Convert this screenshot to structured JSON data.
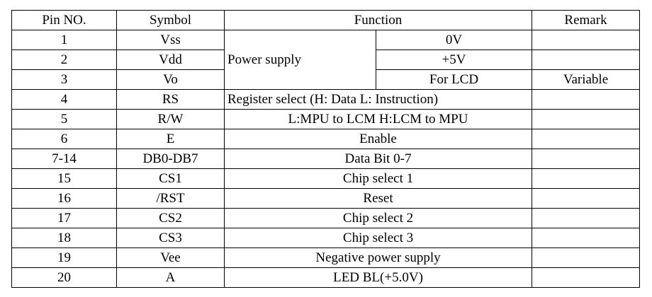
{
  "header": {
    "pin": "Pin NO.",
    "symbol": "Symbol",
    "function": "Function",
    "remark": "Remark"
  },
  "rows": [
    {
      "pin": "1",
      "symbol": "Vss",
      "function": "Power supply",
      "sub": "0V",
      "remark": ""
    },
    {
      "pin": "2",
      "symbol": "Vdd",
      "sub": "+5V",
      "remark": ""
    },
    {
      "pin": "3",
      "symbol": "Vo",
      "sub": "For LCD",
      "remark": "Variable"
    },
    {
      "pin": "4",
      "symbol": "RS",
      "function": "Register select (H: Data L: Instruction)",
      "remark": ""
    },
    {
      "pin": "5",
      "symbol": "R/W",
      "function": "L:MPU to LCM H:LCM to MPU",
      "remark": ""
    },
    {
      "pin": "6",
      "symbol": "E",
      "function": "Enable",
      "remark": ""
    },
    {
      "pin": "7-14",
      "symbol": "DB0-DB7",
      "function": "Data Bit 0-7",
      "remark": ""
    },
    {
      "pin": "15",
      "symbol": "CS1",
      "function": "Chip select 1",
      "remark": ""
    },
    {
      "pin": "16",
      "symbol": "/RST",
      "function": "Reset",
      "remark": ""
    },
    {
      "pin": "17",
      "symbol": "CS2",
      "function": "Chip select 2",
      "remark": ""
    },
    {
      "pin": "18",
      "symbol": "CS3",
      "function": "Chip select 3",
      "remark": ""
    },
    {
      "pin": "19",
      "symbol": "Vee",
      "function": "Negative power supply",
      "remark": ""
    },
    {
      "pin": "20",
      "symbol": "A",
      "function": "LED BL(+5.0V)",
      "remark": ""
    }
  ]
}
